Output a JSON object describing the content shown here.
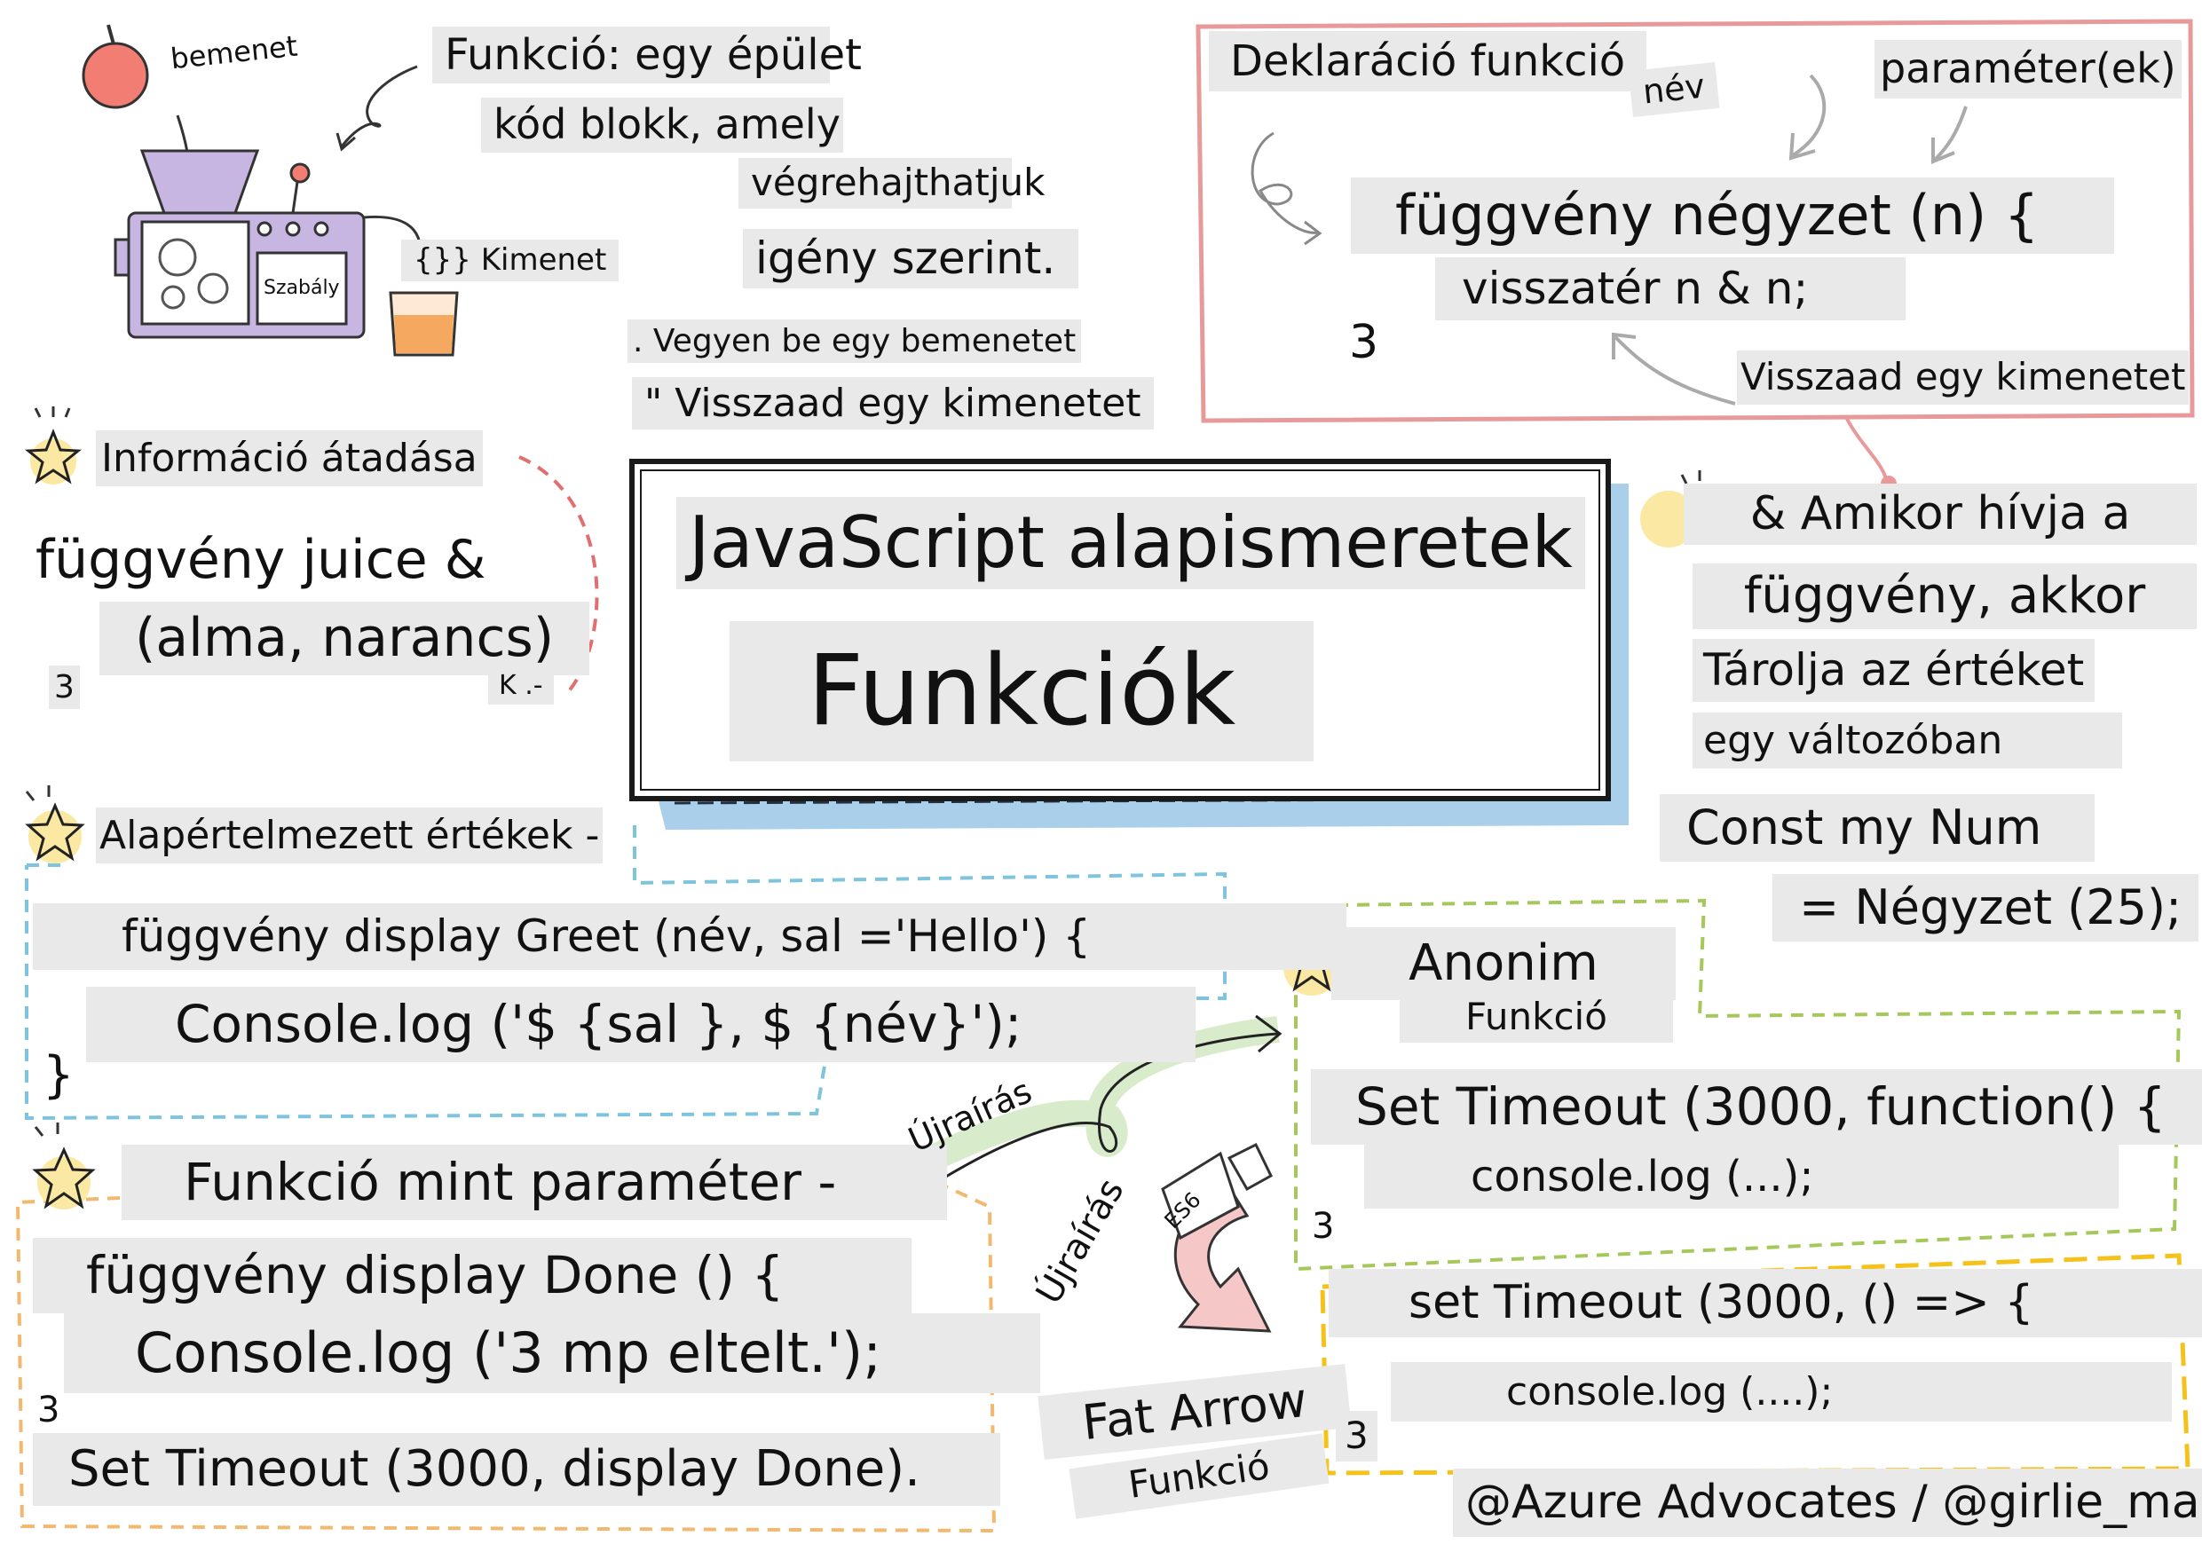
{
  "title": {
    "line1": "JavaScript alapismeretek",
    "line2": "Funkciók"
  },
  "machine": {
    "input": "bemenet",
    "rule": "Szabály",
    "output": "{}} Kimenet"
  },
  "intro": {
    "lines": [
      "Funkció: egy épület",
      "kód blokk, amely",
      "végrehajthatjuk",
      "igény szerint."
    ],
    "bullets": [
      ". Vegyen be egy bemenetet",
      "\" Visszaad egy kimenetet"
    ]
  },
  "declaration": {
    "heading": "Deklaráció funkció",
    "name_label": "név",
    "param_label": "paraméter(ek)",
    "code1": "függvény négyzet (n) {",
    "code2": "visszatér n & n;",
    "close": "3",
    "returns": "Visszaad egy kimenetet"
  },
  "info": {
    "heading": "Információ átadása",
    "code1": "függvény juice &",
    "code2": "(alma, narancs)",
    "close": "3",
    "tail": "K .-"
  },
  "calling": {
    "lines": [
      "& Amikor hívja a",
      "függvény, akkor",
      "Tárolja az értéket",
      "egy változóban"
    ],
    "code1": "Const my Num",
    "code2": "= Négyzet (25);"
  },
  "defaults": {
    "heading": "Alapértelmezett értékek -",
    "code1": "függvény display Greet (név, sal ='Hello') {",
    "code2": "Console.log ('$ {sal }, $ {név}');",
    "close": "}"
  },
  "param_fn": {
    "heading": "Funkció mint paraméter -",
    "code1": "függvény display Done () {",
    "code2": "Console.log ('3 mp eltelt.');",
    "close": "3",
    "code3": "Set Timeout (3000, display Done)."
  },
  "rewrite1": "Újraírás",
  "rewrite2": "Újraírás",
  "es6": "ES6",
  "anon": {
    "heading": "Anonim",
    "sub": "Funkció",
    "code1": "Set Timeout (3000, function() {",
    "code2": "console.log (...);",
    "close": "3"
  },
  "arrow": {
    "heading": "Fat Arrow",
    "sub": "Funkció",
    "code1": "set Timeout (3000, () => {",
    "code2": "console.log (....);",
    "close": "3"
  },
  "credit": "@Azure Advocates / @girlie_mac",
  "colors": {
    "pink": "#e89a9a",
    "blue": "#7fc4de",
    "orange": "#f2b870",
    "green": "#a5c85a",
    "yellow": "#f5c21b",
    "purple": "#b8a3d8",
    "banner": "#a9cfea"
  }
}
